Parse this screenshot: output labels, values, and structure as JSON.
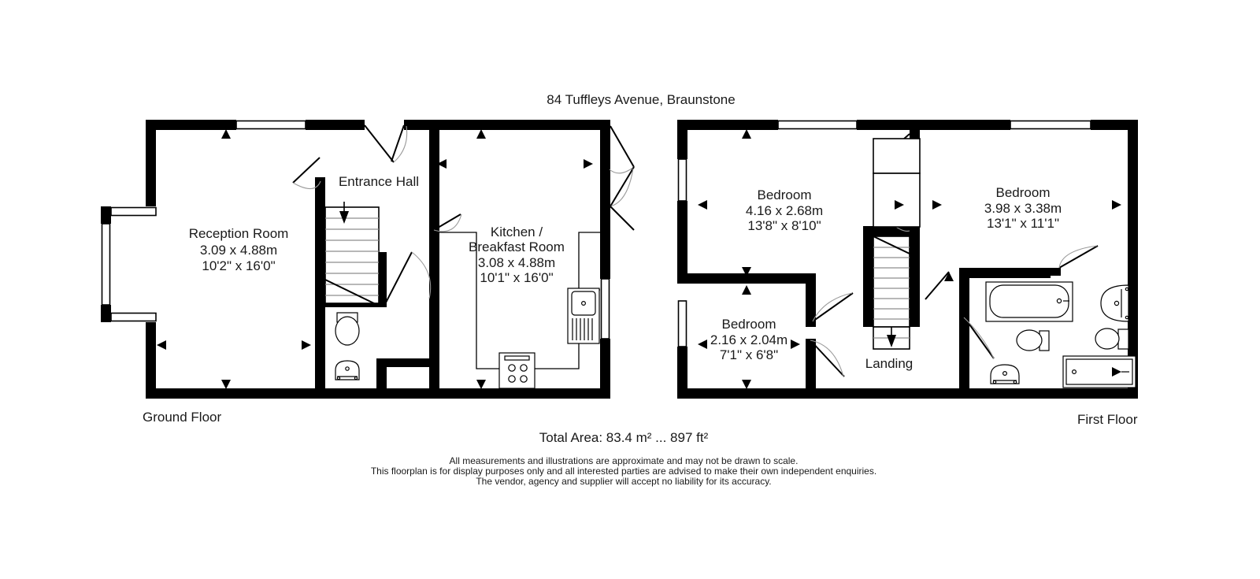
{
  "document": {
    "title": "84 Tuffleys Avenue, Braunstone",
    "total_area": "Total Area: 83.4 m² ... 897 ft²",
    "disclaimer_line1": "All measurements and illustrations are approximate and may not be drawn to scale.",
    "disclaimer_line2": "This floorplan is for display purposes only and all interested parties are advised to make their own independent enquiries.",
    "disclaimer_line3": "The vendor, agency and supplier will accept no liability for its accuracy.",
    "ink_color": "#000000",
    "background_color": "#ffffff"
  },
  "floors": [
    {
      "id": "ground",
      "label": "Ground Floor",
      "rooms": [
        {
          "id": "reception-room",
          "name": "Reception Room",
          "dim_metric": "3.09 x 4.88m",
          "dim_imperial": "10'2\" x 16'0\""
        },
        {
          "id": "entrance-hall",
          "name": "Entrance Hall",
          "dim_metric": "",
          "dim_imperial": ""
        },
        {
          "id": "kitchen-breakfast-room",
          "name_line1": "Kitchen /",
          "name_line2": "Breakfast Room",
          "dim_metric": "3.08 x 4.88m",
          "dim_imperial": "10'1\" x 16'0\""
        }
      ]
    },
    {
      "id": "first",
      "label": "First Floor",
      "rooms": [
        {
          "id": "bedroom-1",
          "name": "Bedroom",
          "dim_metric": "4.16 x 2.68m",
          "dim_imperial": "13'8\" x 8'10\""
        },
        {
          "id": "bedroom-2",
          "name": "Bedroom",
          "dim_metric": "3.98 x 3.38m",
          "dim_imperial": "13'1\" x 11'1\""
        },
        {
          "id": "bedroom-3",
          "name": "Bedroom",
          "dim_metric": "2.16 x 2.04m",
          "dim_imperial": "7'1\" x 6'8\""
        },
        {
          "id": "landing",
          "name": "Landing",
          "dim_metric": "",
          "dim_imperial": ""
        }
      ]
    }
  ]
}
